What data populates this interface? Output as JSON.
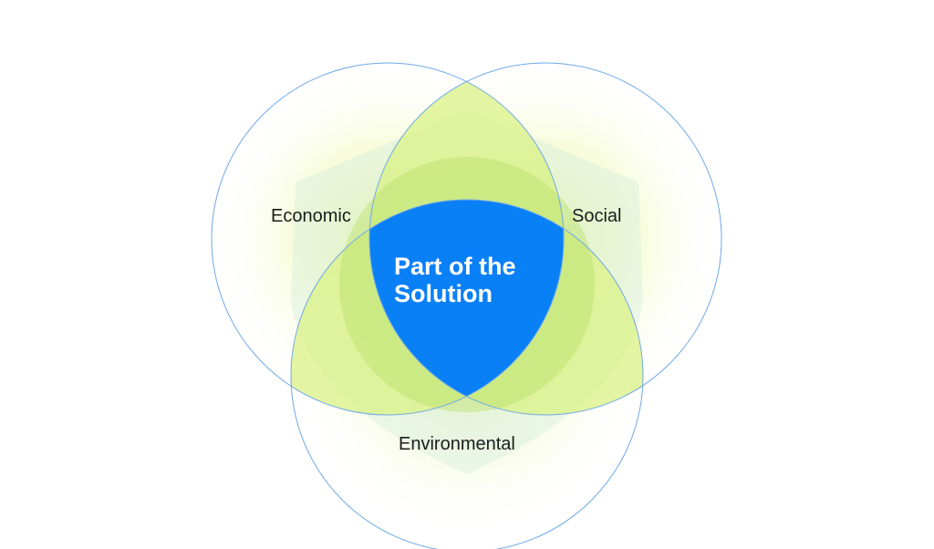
{
  "diagram": {
    "type": "venn",
    "sets": [
      {
        "id": "economic",
        "label": "Economic"
      },
      {
        "id": "social",
        "label": "Social"
      },
      {
        "id": "environmental",
        "label": "Environmental"
      }
    ],
    "center": {
      "line1": "Part of the",
      "line2": "Solution"
    }
  },
  "colors": {
    "center_fill": "#0a80f7",
    "circle_stroke": "#6fa9e6",
    "lime": "#d9f184",
    "lime_dark": "#b8e06a",
    "mint": "#cde9dc"
  }
}
